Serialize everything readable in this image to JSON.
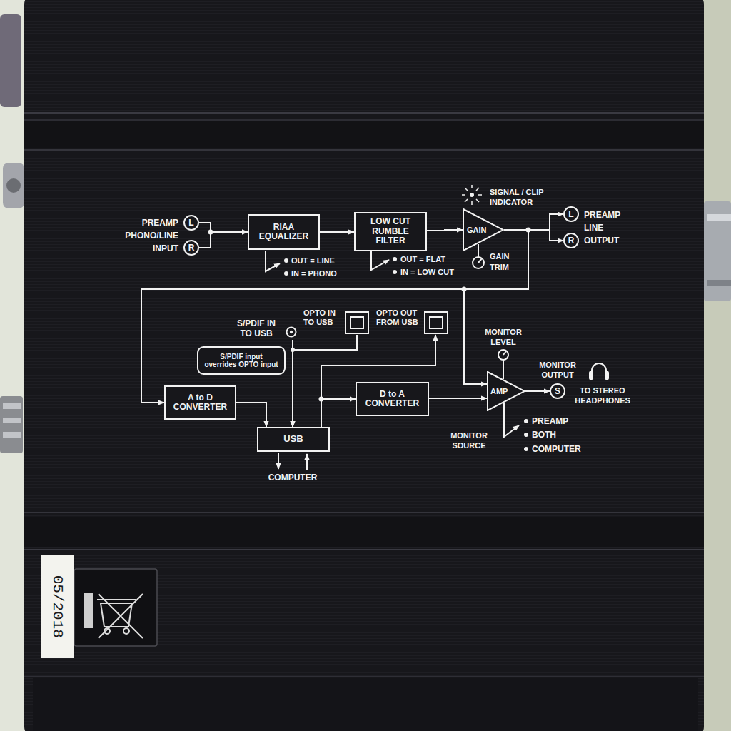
{
  "diagram": {
    "nodes": [
      {
        "text": [
          "L"
        ]
      },
      {
        "text": [
          "R"
        ]
      },
      {
        "text": [
          "RIAA EQUALIZER"
        ]
      },
      {
        "text": [
          "LOW CUT RUMBLE FILTER"
        ]
      },
      {
        "text": [
          "GAIN"
        ]
      },
      {
        "text": [
          "L"
        ]
      },
      {
        "text": [
          "R"
        ]
      },
      {
        "text": [
          "S/PDIF IN TO USB"
        ]
      },
      {
        "text": [
          "OPTO IN TO USB"
        ]
      },
      {
        "text": [
          "OPTO OUT FROM USB"
        ]
      },
      {
        "text": [
          "S/PDIF input overrides OPTO input"
        ]
      },
      {
        "text": [
          "A to D CONVERTER"
        ]
      },
      {
        "text": [
          "D to A CONVERTER"
        ]
      },
      {
        "text": [
          "AMP"
        ]
      },
      {
        "text": [
          "S"
        ]
      },
      {
        "text": [
          "USB"
        ]
      },
      {
        "text": [
          "05/2018"
        ]
      }
    ],
    "edges": [
      {
        "from": 0,
        "to": 2,
        "arrow": "to"
      },
      {
        "from": 1,
        "to": 2,
        "arrow": "to"
      },
      {
        "from": 2,
        "to": 3,
        "arrow": "to"
      },
      {
        "from": 3,
        "to": 4,
        "arrow": "to"
      },
      {
        "from": 4,
        "to": 5,
        "arrow": "to"
      },
      {
        "from": 4,
        "to": 6,
        "arrow": "to"
      },
      {
        "from": 4,
        "to": 11,
        "arrow": "to"
      },
      {
        "from": 4,
        "to": 13,
        "arrow": "to"
      },
      {
        "from": 11,
        "to": 15,
        "arrow": "to"
      },
      {
        "from": 7,
        "to": 15,
        "arrow": "to"
      },
      {
        "from": 8,
        "to": 15,
        "arrow": "to"
      },
      {
        "from": 15,
        "to": 12,
        "arrow": "to"
      },
      {
        "from": 15,
        "to": 9,
        "arrow": "to"
      },
      {
        "from": 12,
        "to": 13,
        "arrow": "to"
      },
      {
        "from": 13,
        "to": 14,
        "arrow": "to"
      }
    ],
    "labels": [
      "PREAMP PHONO/LINE INPUT",
      "OUT = LINE",
      "IN = PHONO",
      "OUT = FLAT",
      "IN = LOW CUT",
      "SIGNAL / CLIP INDICATOR",
      "GAIN TRIM",
      "PREAMP LINE OUTPUT",
      "MONITOR LEVEL",
      "MONITOR OUTPUT",
      "TO STEREO HEADPHONES",
      "PREAMP",
      "BOTH",
      "COMPUTER",
      "MONITOR SOURCE",
      "COMPUTER"
    ]
  }
}
